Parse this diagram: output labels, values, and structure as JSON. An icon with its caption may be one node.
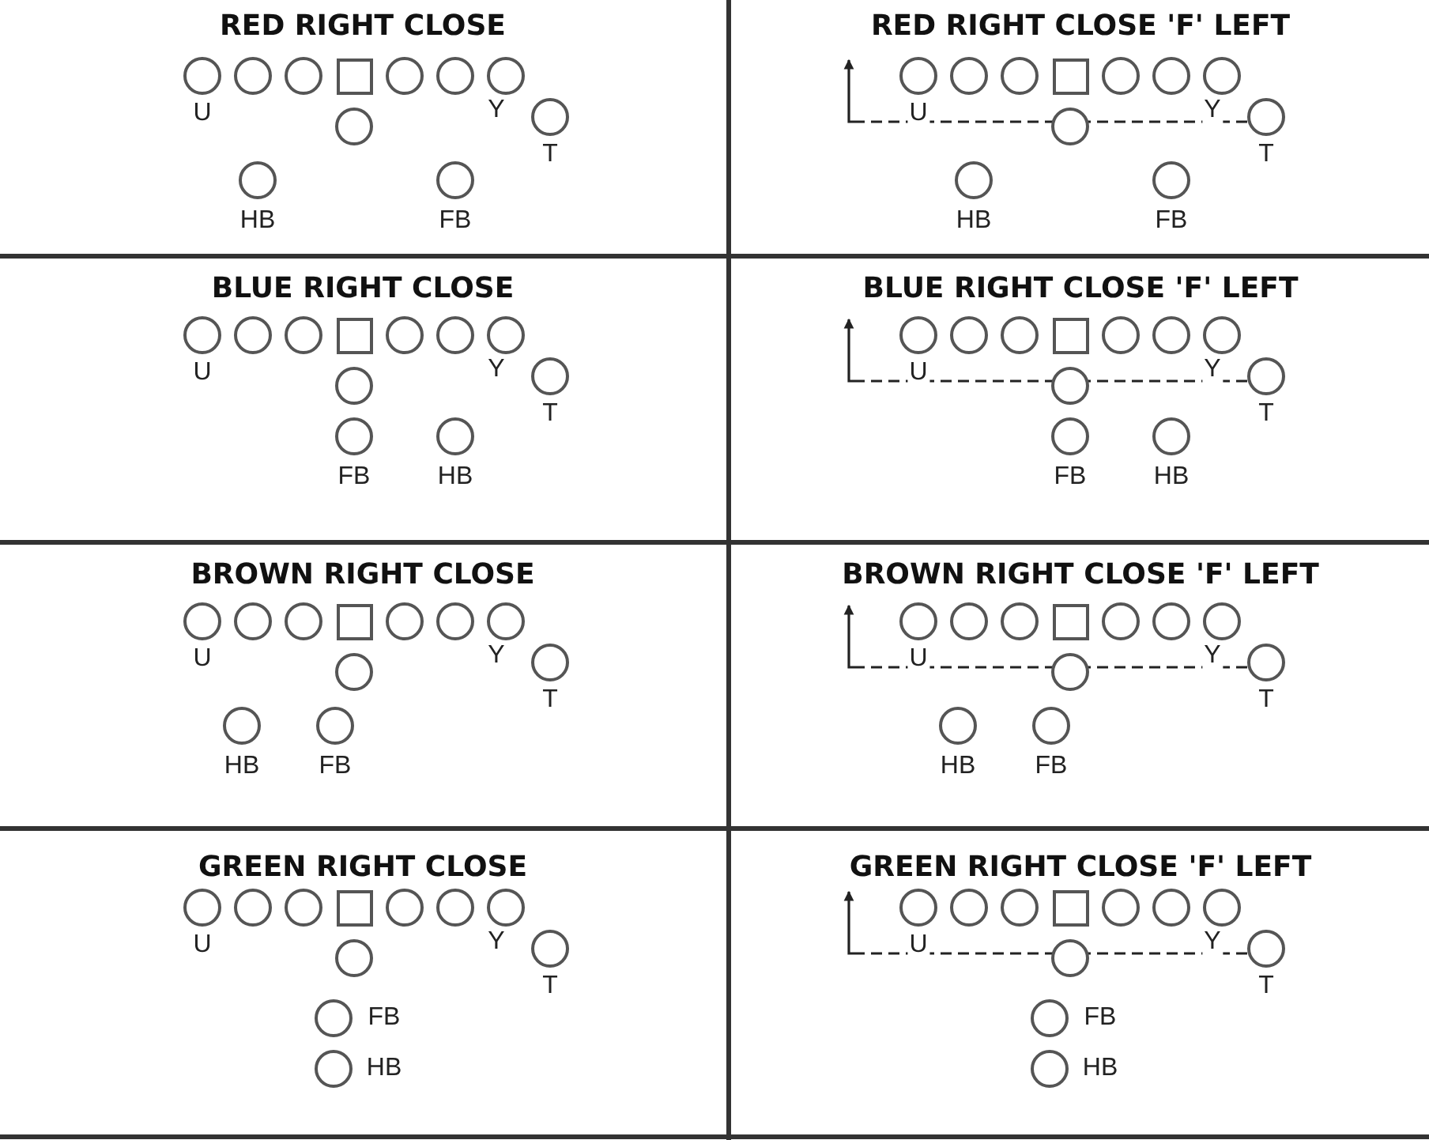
{
  "diagram": {
    "nodes": [
      {
        "text": [
          "RED RIGHT CLOSE"
        ]
      },
      {
        "text": [],
        "shape": "circle",
        "in": 0,
        "beside": [
          "U"
        ]
      },
      {
        "text": [],
        "shape": "circle",
        "in": 0
      },
      {
        "text": [],
        "shape": "circle",
        "in": 0
      },
      {
        "text": [],
        "shape": "box",
        "in": 0
      },
      {
        "text": [],
        "shape": "circle",
        "in": 0
      },
      {
        "text": [],
        "shape": "circle",
        "in": 0
      },
      {
        "text": [],
        "shape": "circle",
        "in": 0,
        "beside": [
          "Y"
        ]
      },
      {
        "text": [],
        "shape": "circle",
        "in": 0
      },
      {
        "text": [],
        "shape": "circle",
        "in": 0,
        "beside": [
          "T"
        ]
      },
      {
        "text": [],
        "shape": "circle",
        "in": 0,
        "beside": [
          "HB"
        ]
      },
      {
        "text": [],
        "shape": "circle",
        "in": 0,
        "beside": [
          "FB"
        ]
      },
      {
        "text": [
          "RED RIGHT CLOSE 'F' LEFT"
        ]
      },
      {
        "text": [],
        "shape": "circle",
        "in": 12,
        "beside": [
          "U"
        ]
      },
      {
        "text": [],
        "shape": "circle",
        "in": 12
      },
      {
        "text": [],
        "shape": "circle",
        "in": 12
      },
      {
        "text": [],
        "shape": "box",
        "in": 12
      },
      {
        "text": [],
        "shape": "circle",
        "in": 12
      },
      {
        "text": [],
        "shape": "circle",
        "in": 12
      },
      {
        "text": [],
        "shape": "circle",
        "in": 12,
        "beside": [
          "Y"
        ]
      },
      {
        "text": [],
        "shape": "circle",
        "in": 12
      },
      {
        "text": [],
        "shape": "circle",
        "in": 12,
        "beside": [
          "T"
        ]
      },
      {
        "text": [],
        "shape": "circle",
        "in": 12,
        "beside": [
          "HB"
        ]
      },
      {
        "text": [],
        "shape": "circle",
        "in": 12,
        "beside": [
          "FB"
        ]
      },
      {
        "text": [
          "BLUE RIGHT CLOSE"
        ]
      },
      {
        "text": [],
        "shape": "circle",
        "in": 24,
        "beside": [
          "U"
        ]
      },
      {
        "text": [],
        "shape": "circle",
        "in": 24
      },
      {
        "text": [],
        "shape": "circle",
        "in": 24
      },
      {
        "text": [],
        "shape": "box",
        "in": 24
      },
      {
        "text": [],
        "shape": "circle",
        "in": 24
      },
      {
        "text": [],
        "shape": "circle",
        "in": 24
      },
      {
        "text": [],
        "shape": "circle",
        "in": 24,
        "beside": [
          "Y"
        ]
      },
      {
        "text": [],
        "shape": "circle",
        "in": 24
      },
      {
        "text": [],
        "shape": "circle",
        "in": 24,
        "beside": [
          "T"
        ]
      },
      {
        "text": [],
        "shape": "circle",
        "in": 24,
        "beside": [
          "FB"
        ]
      },
      {
        "text": [],
        "shape": "circle",
        "in": 24,
        "beside": [
          "HB"
        ]
      },
      {
        "text": [
          "BLUE RIGHT CLOSE 'F' LEFT"
        ]
      },
      {
        "text": [],
        "shape": "circle",
        "in": 36,
        "beside": [
          "U"
        ]
      },
      {
        "text": [],
        "shape": "circle",
        "in": 36
      },
      {
        "text": [],
        "shape": "circle",
        "in": 36
      },
      {
        "text": [],
        "shape": "box",
        "in": 36
      },
      {
        "text": [],
        "shape": "circle",
        "in": 36
      },
      {
        "text": [],
        "shape": "circle",
        "in": 36
      },
      {
        "text": [],
        "shape": "circle",
        "in": 36,
        "beside": [
          "Y"
        ]
      },
      {
        "text": [],
        "shape": "circle",
        "in": 36
      },
      {
        "text": [],
        "shape": "circle",
        "in": 36,
        "beside": [
          "T"
        ]
      },
      {
        "text": [],
        "shape": "circle",
        "in": 36,
        "beside": [
          "FB"
        ]
      },
      {
        "text": [],
        "shape": "circle",
        "in": 36,
        "beside": [
          "HB"
        ]
      },
      {
        "text": [
          "BROWN RIGHT CLOSE"
        ]
      },
      {
        "text": [],
        "shape": "circle",
        "in": 48,
        "beside": [
          "U"
        ]
      },
      {
        "text": [],
        "shape": "circle",
        "in": 48
      },
      {
        "text": [],
        "shape": "circle",
        "in": 48
      },
      {
        "text": [],
        "shape": "box",
        "in": 48
      },
      {
        "text": [],
        "shape": "circle",
        "in": 48
      },
      {
        "text": [],
        "shape": "circle",
        "in": 48
      },
      {
        "text": [],
        "shape": "circle",
        "in": 48,
        "beside": [
          "Y"
        ]
      },
      {
        "text": [],
        "shape": "circle",
        "in": 48
      },
      {
        "text": [],
        "shape": "circle",
        "in": 48,
        "beside": [
          "T"
        ]
      },
      {
        "text": [],
        "shape": "circle",
        "in": 48,
        "beside": [
          "HB"
        ]
      },
      {
        "text": [],
        "shape": "circle",
        "in": 48,
        "beside": [
          "FB"
        ]
      },
      {
        "text": [
          "BROWN RIGHT CLOSE 'F' LEFT"
        ]
      },
      {
        "text": [],
        "shape": "circle",
        "in": 60,
        "beside": [
          "U"
        ]
      },
      {
        "text": [],
        "shape": "circle",
        "in": 60
      },
      {
        "text": [],
        "shape": "circle",
        "in": 60
      },
      {
        "text": [],
        "shape": "box",
        "in": 60
      },
      {
        "text": [],
        "shape": "circle",
        "in": 60
      },
      {
        "text": [],
        "shape": "circle",
        "in": 60
      },
      {
        "text": [],
        "shape": "circle",
        "in": 60,
        "beside": [
          "Y"
        ]
      },
      {
        "text": [],
        "shape": "circle",
        "in": 60
      },
      {
        "text": [],
        "shape": "circle",
        "in": 60,
        "beside": [
          "T"
        ]
      },
      {
        "text": [],
        "shape": "circle",
        "in": 60,
        "beside": [
          "HB"
        ]
      },
      {
        "text": [],
        "shape": "circle",
        "in": 60,
        "beside": [
          "FB"
        ]
      },
      {
        "text": [
          "GREEN RIGHT CLOSE"
        ]
      },
      {
        "text": [],
        "shape": "circle",
        "in": 72,
        "beside": [
          "U"
        ]
      },
      {
        "text": [],
        "shape": "circle",
        "in": 72
      },
      {
        "text": [],
        "shape": "circle",
        "in": 72
      },
      {
        "text": [],
        "shape": "box",
        "in": 72
      },
      {
        "text": [],
        "shape": "circle",
        "in": 72
      },
      {
        "text": [],
        "shape": "circle",
        "in": 72
      },
      {
        "text": [],
        "shape": "circle",
        "in": 72,
        "beside": [
          "Y"
        ]
      },
      {
        "text": [],
        "shape": "circle",
        "in": 72
      },
      {
        "text": [],
        "shape": "circle",
        "in": 72,
        "beside": [
          "T"
        ]
      },
      {
        "text": [],
        "shape": "circle",
        "in": 72,
        "beside": [
          "FB"
        ]
      },
      {
        "text": [],
        "shape": "circle",
        "in": 72,
        "beside": [
          "HB"
        ]
      },
      {
        "text": [
          "GREEN RIGHT CLOSE 'F' LEFT"
        ]
      },
      {
        "text": [],
        "shape": "circle",
        "in": 84,
        "beside": [
          "U"
        ]
      },
      {
        "text": [],
        "shape": "circle",
        "in": 84
      },
      {
        "text": [],
        "shape": "circle",
        "in": 84
      },
      {
        "text": [],
        "shape": "box",
        "in": 84
      },
      {
        "text": [],
        "shape": "circle",
        "in": 84
      },
      {
        "text": [],
        "shape": "circle",
        "in": 84
      },
      {
        "text": [],
        "shape": "circle",
        "in": 84,
        "beside": [
          "Y"
        ]
      },
      {
        "text": [],
        "shape": "circle",
        "in": 84
      },
      {
        "text": [],
        "shape": "circle",
        "in": 84,
        "beside": [
          "T"
        ]
      },
      {
        "text": [],
        "shape": "circle",
        "in": 84,
        "beside": [
          "FB"
        ]
      },
      {
        "text": [],
        "shape": "circle",
        "in": 84,
        "beside": [
          "HB"
        ]
      }
    ],
    "edges": [
      {
        "from": 21,
        "to": null,
        "arrow": "to",
        "style": "dashed"
      },
      {
        "from": 45,
        "to": null,
        "arrow": "to",
        "style": "dashed"
      },
      {
        "from": 69,
        "to": null,
        "arrow": "to",
        "style": "dashed"
      },
      {
        "from": 93,
        "to": null,
        "arrow": "to",
        "style": "dashed"
      }
    ]
  }
}
